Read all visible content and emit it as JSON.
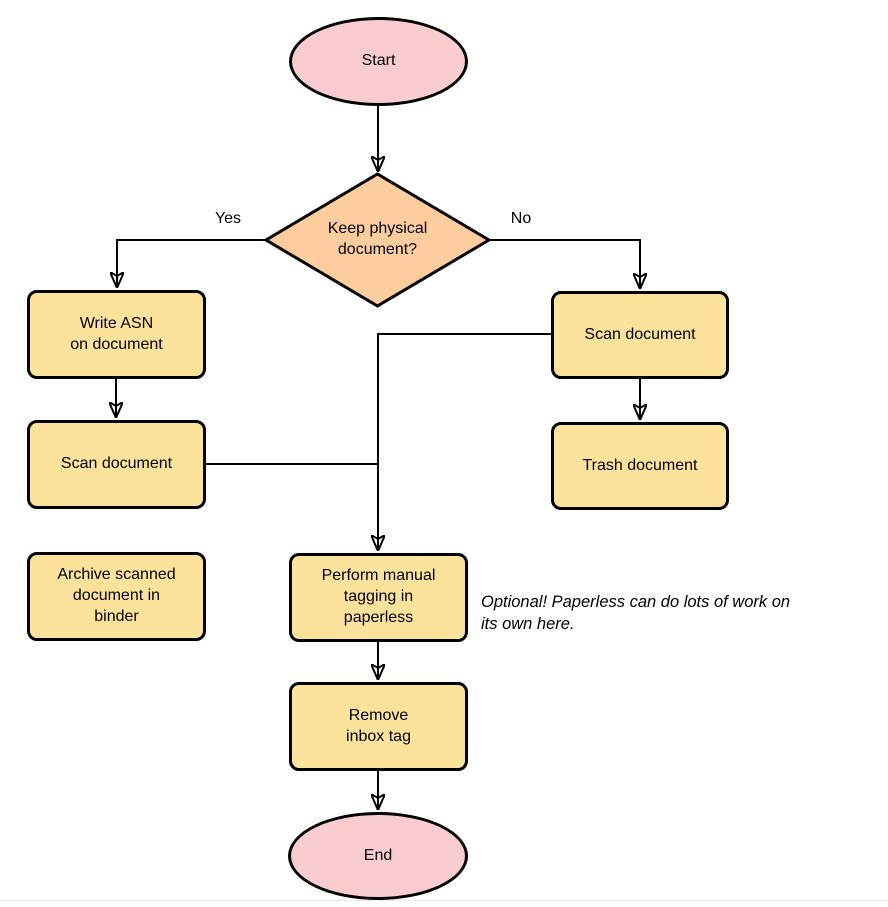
{
  "colors": {
    "terminal": "#f9cccf",
    "decision": "#fecd9e",
    "process": "#fde29b",
    "stroke": "#000000"
  },
  "nodes": {
    "start": {
      "label": "Start"
    },
    "decision": {
      "label": "Keep physical\ndocument?"
    },
    "write_asn": {
      "label": "Write ASN\non document"
    },
    "scan_left": {
      "label": "Scan document"
    },
    "archive": {
      "label": "Archive scanned\ndocument in\nbinder"
    },
    "scan_right": {
      "label": "Scan document"
    },
    "trash": {
      "label": "Trash document"
    },
    "tagging": {
      "label": "Perform manual\ntagging in\npaperless"
    },
    "remove_inbox": {
      "label": "Remove\ninbox tag"
    },
    "end": {
      "label": "End"
    }
  },
  "edge_labels": {
    "yes": "Yes",
    "no": "No"
  },
  "annotation": {
    "text": "Optional! Paperless can do lots of work on\nits own here."
  }
}
